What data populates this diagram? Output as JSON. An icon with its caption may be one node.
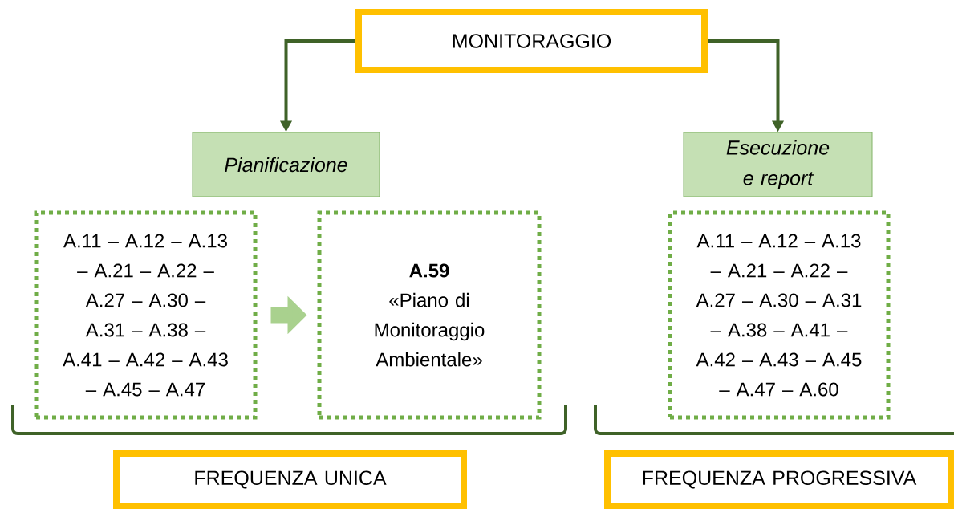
{
  "diagram": {
    "nodes": [
      {
        "text": [
          "MONITORAGGIO"
        ]
      },
      {
        "text": [
          "Pianificazione"
        ]
      },
      {
        "text": [
          "Esecuzione e report"
        ]
      },
      {
        "text": [
          "A.11 – A.12 – A.13 – A.21 – A.22 – A.27 – A.30 – A.31 – A.38 – A.41 – A.42 – A.43 – A.45 – A.47"
        ]
      },
      {
        "text": [
          "A.59",
          "«Piano di Monitoraggio Ambientale»"
        ]
      },
      {
        "text": [
          "A.11 – A.12 – A.13 – A.21 – A.22 – A.27 – A.30 – A.31 – A.38 – A.41 – A.42 – A.43 – A.45 – A.47 – A.60"
        ]
      },
      {
        "text": [
          "FREQUENZA UNICA"
        ]
      },
      {
        "text": [
          "FREQUENZA PROGRESSIVA"
        ]
      }
    ],
    "edges": [
      {
        "from": 0,
        "to": 1,
        "arrow": "to"
      },
      {
        "from": 0,
        "to": 2,
        "arrow": "to"
      },
      {
        "from": 3,
        "to": 4,
        "arrow": "to",
        "style": "thick",
        "color": "#a9d18e"
      }
    ]
  }
}
